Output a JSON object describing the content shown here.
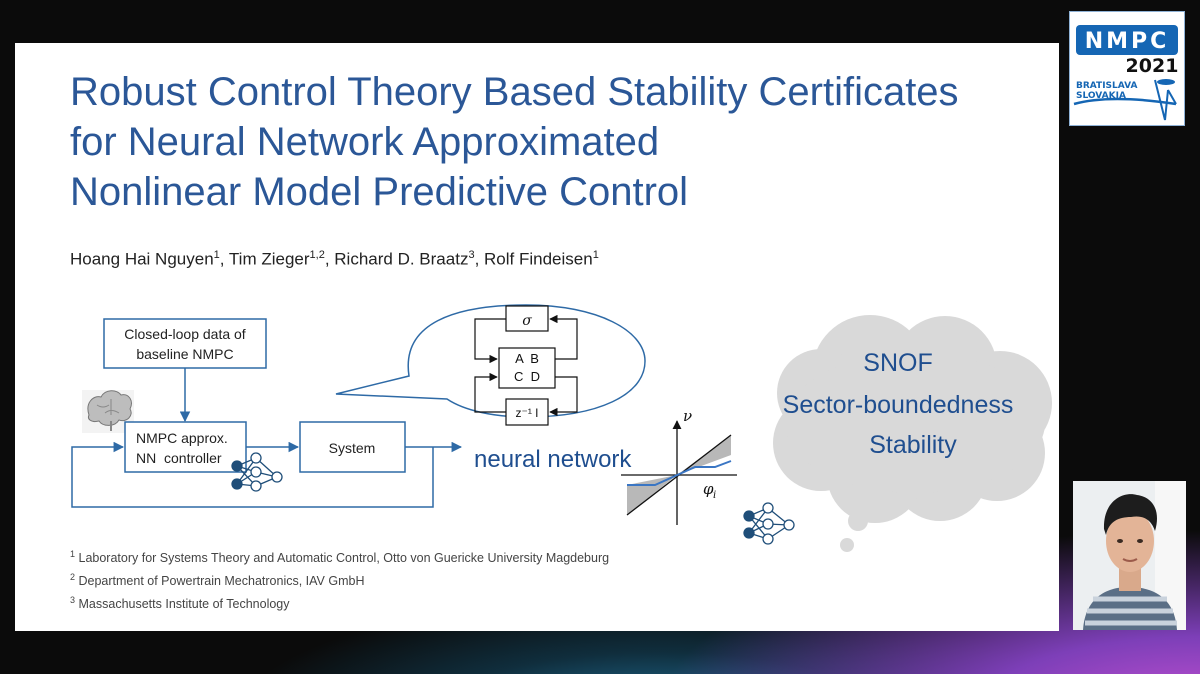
{
  "slide": {
    "title_lines": [
      "Robust Control Theory Based Stability Certificates",
      "for Neural Network Approximated",
      "Nonlinear Model Predictive Control"
    ],
    "authors": [
      {
        "name": "Hoang Hai Nguyen",
        "sup": "1"
      },
      {
        "name": "Tim Zieger",
        "sup": "1,2"
      },
      {
        "name": "Richard D. Braatz",
        "sup": "3"
      },
      {
        "name": "Rolf Findeisen",
        "sup": "1"
      }
    ],
    "affiliations": [
      {
        "sup": "1",
        "text": "Laboratory for Systems Theory and Automatic Control, Otto von Guericke University Magdeburg"
      },
      {
        "sup": "2",
        "text": "Department of Powertrain Mechatronics, IAV GmbH"
      },
      {
        "sup": "3",
        "text": "Massachusetts Institute of Technology"
      }
    ]
  },
  "diagram": {
    "data_box": [
      "Closed-loop data of",
      "baseline NMPC"
    ],
    "controller_box": [
      "NMPC approx.",
      "NN  controller"
    ],
    "system_box": "System",
    "lft": {
      "sigma": "σ",
      "abcd_row1": "A  B",
      "abcd_row2": "C  D",
      "delay": "z⁻¹ I"
    },
    "nn_label": "neural network",
    "sector_plot": {
      "y_axis": "ν",
      "x_axis": "φ",
      "x_axis_sub": "i"
    }
  },
  "cloud": [
    "SNOF",
    "Sector-boundedness",
    "Stability"
  ],
  "logo": {
    "line1": "NMPC",
    "line2": "2021",
    "line3": "BRATISLAVA",
    "line4": "SLOVAKIA"
  },
  "colors": {
    "title": "#2b5797",
    "diagram_line": "#2e6aa6",
    "nn_node": "#1f4e79",
    "cloud": "#d9d9d9",
    "logo_blue": "#1566b4"
  }
}
